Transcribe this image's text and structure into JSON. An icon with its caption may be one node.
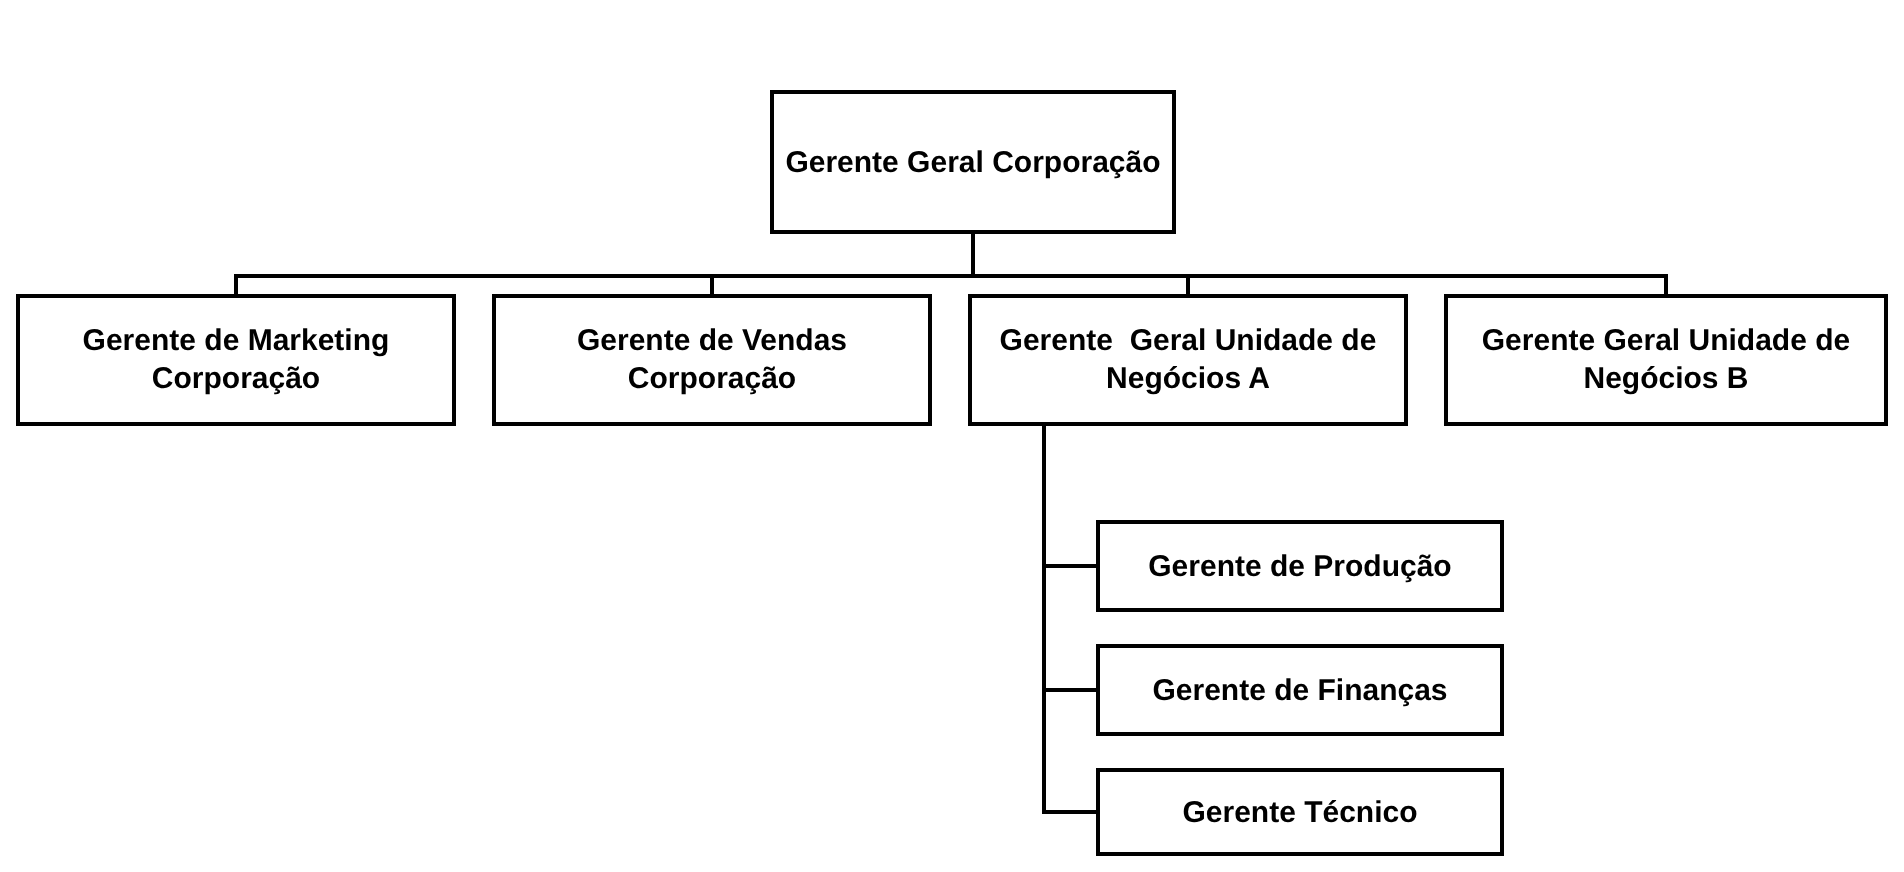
{
  "diagram": {
    "nodes": [
      {
        "text": [
          "Gerente Geral Corporação"
        ]
      },
      {
        "text": [
          "Gerente de Marketing Corporação"
        ]
      },
      {
        "text": [
          "Gerente de Vendas Corporação"
        ]
      },
      {
        "text": [
          "Gerente  Geral Unidade de Negócios A"
        ]
      },
      {
        "text": [
          "Gerente Geral Unidade de Negócios B"
        ]
      },
      {
        "text": [
          "Gerente de Produção"
        ]
      },
      {
        "text": [
          "Gerente de Finanças"
        ]
      },
      {
        "text": [
          "Gerente Técnico"
        ]
      }
    ],
    "edges": [
      {
        "from": 0,
        "to": 1,
        "arrow": "none"
      },
      {
        "from": 0,
        "to": 2,
        "arrow": "none"
      },
      {
        "from": 0,
        "to": 3,
        "arrow": "none"
      },
      {
        "from": 0,
        "to": 4,
        "arrow": "none"
      },
      {
        "from": 3,
        "to": 5,
        "arrow": "none"
      },
      {
        "from": 3,
        "to": 6,
        "arrow": "none"
      },
      {
        "from": 3,
        "to": 7,
        "arrow": "none"
      }
    ]
  }
}
